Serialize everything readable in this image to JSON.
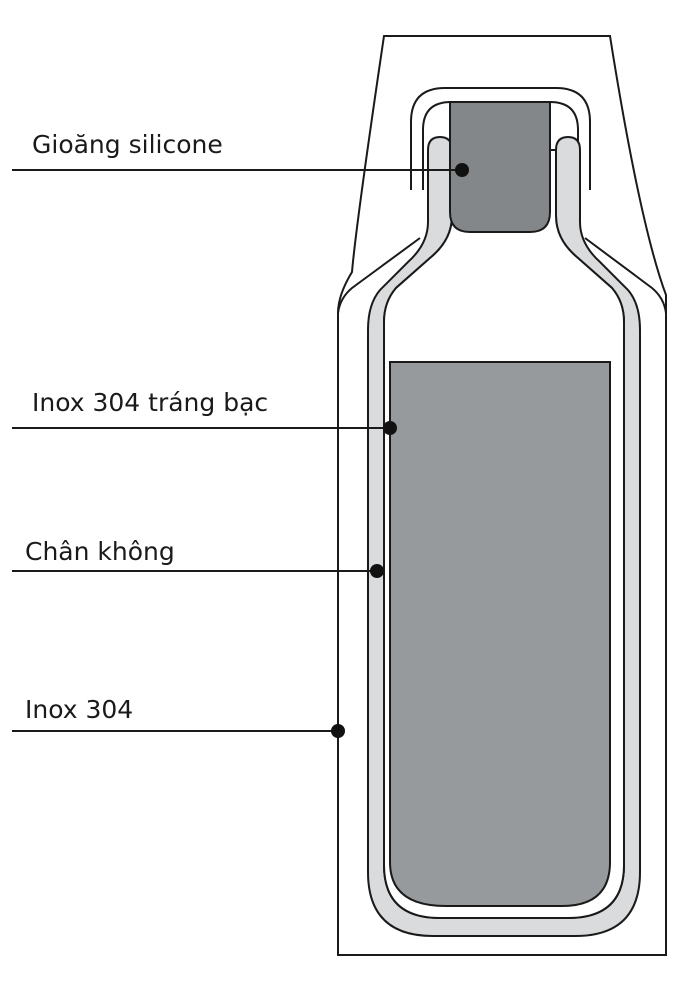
{
  "labels": {
    "silicone_gasket": "Gioăng silicone",
    "silver_coated_steel": "Inox 304 tráng bạc",
    "vacuum": "Chân không",
    "outer_steel": "Inox 304"
  },
  "colors": {
    "outline": "#1a1a1a",
    "vacuum_layer": "#d9dbdc",
    "liquid": "#979a9d",
    "gasket": "#848789",
    "background": "#ffffff"
  }
}
